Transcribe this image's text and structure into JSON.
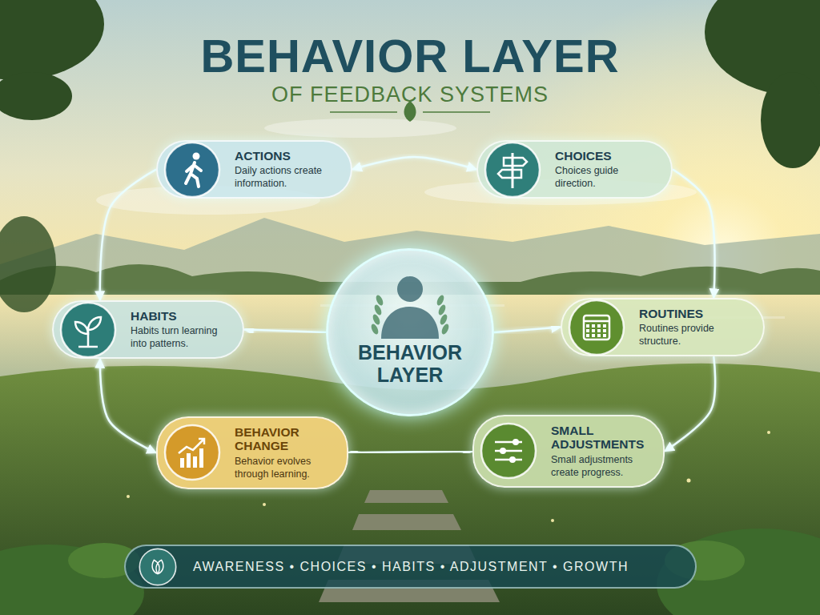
{
  "diagram": {
    "title": "BEHAVIOR LAYER",
    "nodes": [
      {
        "text": [
          "ACTIONS",
          "Daily actions create information."
        ]
      },
      {
        "text": [
          "CHOICES",
          "Choices guide direction."
        ]
      },
      {
        "text": [
          "HABITS",
          "Habits turn learning into patterns."
        ]
      },
      {
        "text": [
          "BEHAVIOR LAYER"
        ]
      },
      {
        "text": [
          "ROUTINES",
          "Routines provide structure."
        ]
      },
      {
        "text": [
          "BEHAVIOR CHANGE",
          "Behavior evolves through learning."
        ]
      },
      {
        "text": [
          "SMALL ADJUSTMENTS",
          "Small adjustments create progress."
        ]
      },
      {
        "text": [
          "AWARENESS • CHOICES • HABITS • ADJUSTMENT • GROWTH"
        ]
      }
    ],
    "edges": [
      {
        "from": 0,
        "to": 1,
        "arrow": "both"
      },
      {
        "from": 1,
        "to": 4,
        "arrow": "to"
      },
      {
        "from": 4,
        "to": 6,
        "arrow": "to"
      },
      {
        "from": 5,
        "to": 6,
        "arrow": "both"
      },
      {
        "from": 2,
        "to": 5,
        "arrow": "both"
      },
      {
        "from": 0,
        "to": 2,
        "arrow": "to"
      },
      {
        "from": 3,
        "to": 2,
        "arrow": "to"
      },
      {
        "from": 3,
        "to": 4,
        "arrow": "to"
      }
    ],
    "labels": [
      "OF FEEDBACK SYSTEMS"
    ]
  }
}
